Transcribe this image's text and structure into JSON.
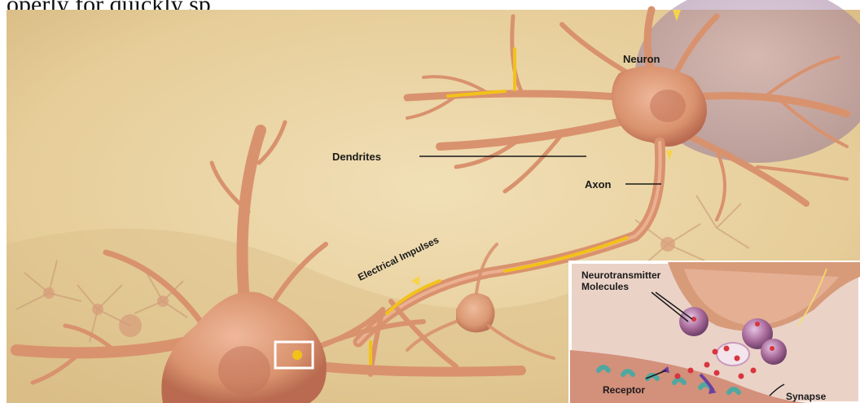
{
  "header_text": "operly for quickly sp",
  "labels": {
    "neuron": "Neuron",
    "dendrites": "Dendrites",
    "axon": "Axon",
    "impulses": "Electrical Impulses",
    "neurotransmitter_line1": "Neurotransmitter",
    "neurotransmitter_line2": "Molecules",
    "receptor": "Receptor",
    "synapse": "Synapse"
  },
  "colors": {
    "background": "#e9d3a3",
    "neuron": "#d9926e",
    "neuron_shade": "#c27257",
    "impulse": "#f2c21a",
    "inset_bg": "#e9c3b6",
    "vesicle": "#a86a9a",
    "molecule": "#d9353f",
    "receptor": "#4fa8a0"
  }
}
